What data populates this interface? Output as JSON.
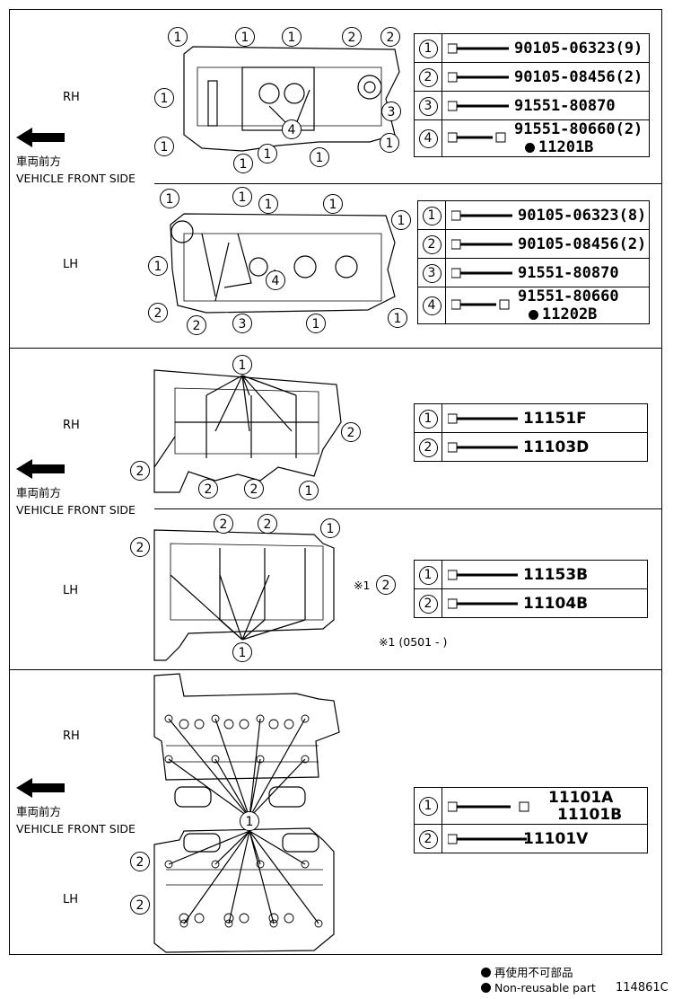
{
  "front_side": {
    "jp": "車両前方",
    "en": "VEHICLE FRONT SIDE"
  },
  "sections": [
    {
      "rh_label": "RH",
      "lh_label": "LH",
      "rh_parts": [
        {
          "num": "1",
          "part": "90105-06323(9)"
        },
        {
          "num": "2",
          "part": "90105-08456(2)"
        },
        {
          "num": "3",
          "part": "91551-80870"
        },
        {
          "num": "4",
          "part": "91551-80660(2)",
          "extra": "11201B"
        }
      ],
      "lh_parts": [
        {
          "num": "1",
          "part": "90105-06323(8)"
        },
        {
          "num": "2",
          "part": "90105-08456(2)"
        },
        {
          "num": "3",
          "part": "91551-80870"
        },
        {
          "num": "4",
          "part": "91551-80660",
          "extra": "11202B"
        }
      ]
    },
    {
      "rh_label": "RH",
      "lh_label": "LH",
      "rh_parts": [
        {
          "num": "1",
          "part": "11151F"
        },
        {
          "num": "2",
          "part": "11103D"
        }
      ],
      "lh_parts": [
        {
          "num": "1",
          "part": "11153B"
        },
        {
          "num": "2",
          "part": "11104B"
        }
      ],
      "note_mark": "※1",
      "note": "※1 (0501 -        )"
    },
    {
      "rh_label": "RH",
      "lh_label": "LH",
      "parts": [
        {
          "num": "1",
          "part": "11101A",
          "extra": "11101B"
        },
        {
          "num": "2",
          "part": "11101V"
        }
      ]
    }
  ],
  "legend": {
    "jp": "再使用不可部品",
    "en": "Non-reusable part"
  },
  "ident": "114861C"
}
